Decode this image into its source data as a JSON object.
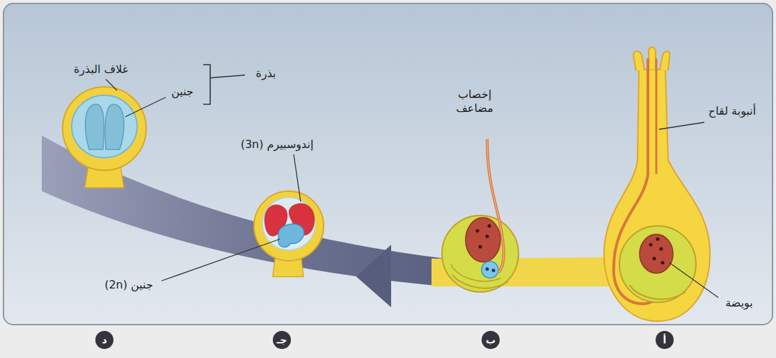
{
  "diagram": {
    "nodes": [
      {
        "text": [
          "أ"
        ]
      },
      {
        "text": [
          "ب"
        ]
      },
      {
        "text": [
          "جـ"
        ]
      },
      {
        "text": [
          "د"
        ]
      }
    ],
    "labels": [
      "غلاف البذرة",
      "جنين",
      "بذرة",
      "إندوسبيرم (3n)",
      "جنين (2n)",
      "إخصاب مضاعف",
      "أنبوبة لقاح",
      "بويضة"
    ]
  }
}
